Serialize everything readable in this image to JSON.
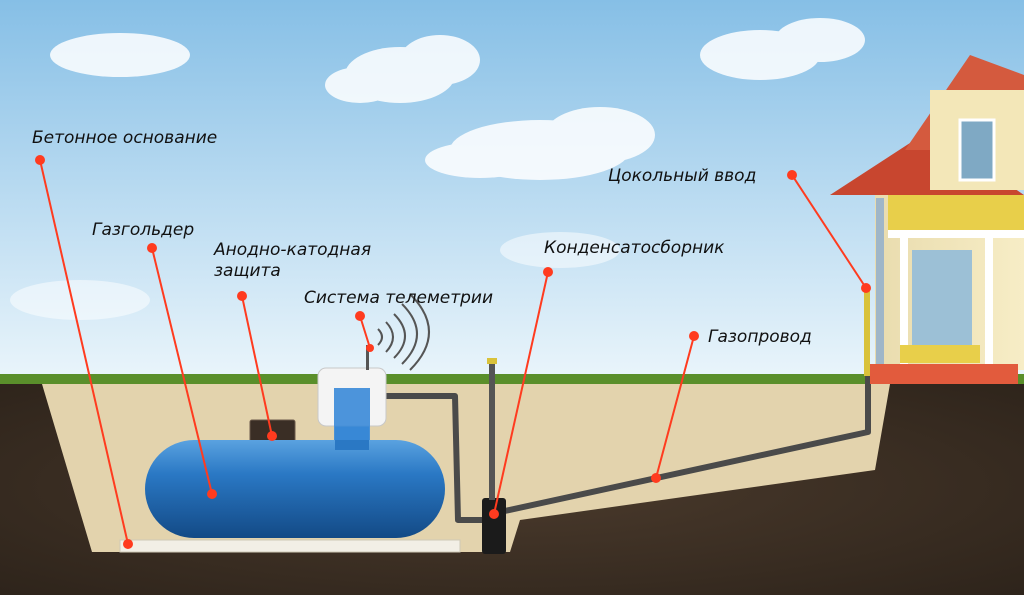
{
  "labels": {
    "concrete_base": "Бетонное основание",
    "gasholder": "Газгольдер",
    "anode_cathode_line1": "Анодно-катодная",
    "anode_cathode_line2": "защита",
    "telemetry": "Система телеметрии",
    "condensate": "Конденсатосборник",
    "basement_entry": "Цокольный ввод",
    "gas_pipe": "Газопровод"
  },
  "colors": {
    "sky_top": "#8cc2e6",
    "sky_bottom": "#e8f4fb",
    "grass": "#5a8f2b",
    "soil": "#3b2f25",
    "sand": "#e3d3ad",
    "tank": "#1f69b3",
    "pipe": "#4a4a4a",
    "leader": "#ff3b1f",
    "house_wall": "#f3e7b8",
    "house_roof": "#c8462f",
    "balcony": "#e8cf4a"
  }
}
